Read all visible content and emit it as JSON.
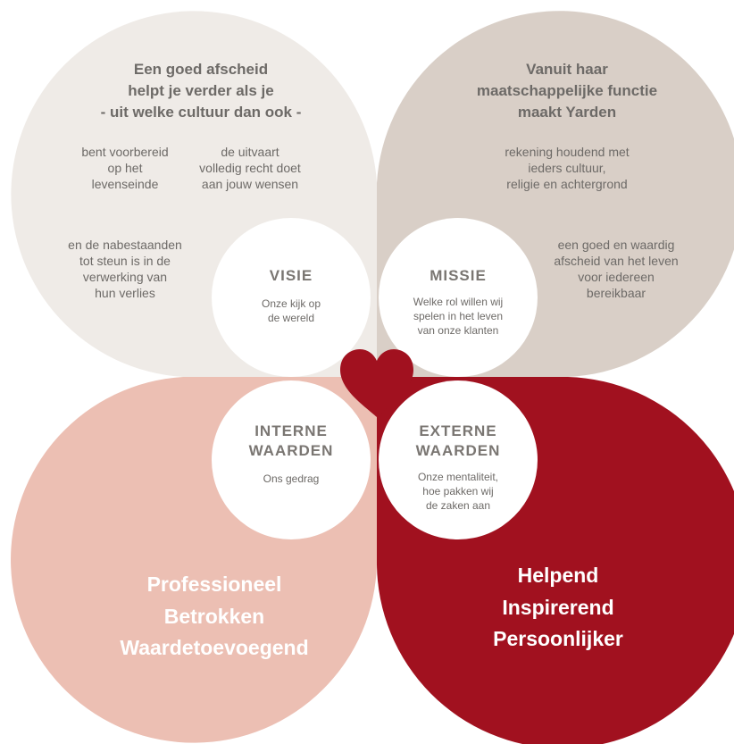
{
  "colors": {
    "petal_top_left": "#efebe7",
    "petal_top_right": "#d9cfc7",
    "petal_bottom_left": "#ecbfb3",
    "petal_bottom_right": "#a1111f",
    "heart": "#a1111f",
    "text_grey": "#6d6a67"
  },
  "visie_quadrant": {
    "heading": [
      "Een goed afscheid",
      "helpt je verder als je",
      "- uit welke cultuur dan ook -"
    ],
    "point_1": [
      "bent voorbereid",
      "op het",
      "levenseinde"
    ],
    "point_2": [
      "de uitvaart",
      "volledig recht doet",
      "aan jouw wensen"
    ],
    "point_3": [
      "en de nabestaanden",
      "tot steun is in de",
      "verwerking van",
      "hun verlies"
    ]
  },
  "missie_quadrant": {
    "heading": [
      "Vanuit haar",
      "maatschappelijke functie",
      "maakt Yarden"
    ],
    "point_1": [
      "rekening houdend met",
      "ieders cultuur,",
      "religie en achtergrond"
    ],
    "point_2": [
      "een goed en waardig",
      "afscheid van het leven",
      "voor iedereen",
      "bereikbaar"
    ]
  },
  "interne_quadrant": {
    "values": [
      "Professioneel",
      "Betrokken",
      "Waardetoevoegend"
    ]
  },
  "externe_quadrant": {
    "values": [
      "Helpend",
      "Inspirerend",
      "Persoonlijker"
    ]
  },
  "centers": {
    "visie": {
      "title": "VISIE",
      "subtitle": [
        "Onze kijk op",
        "de wereld"
      ]
    },
    "missie": {
      "title": "MISSIE",
      "subtitle": [
        "Welke rol willen wij",
        "spelen in het leven",
        "van onze klanten"
      ]
    },
    "interne": {
      "title": [
        "INTERNE",
        "WAARDEN"
      ],
      "subtitle": [
        "Ons gedrag"
      ]
    },
    "externe": {
      "title": [
        "EXTERNE",
        "WAARDEN"
      ],
      "subtitle": [
        "Onze mentaliteit,",
        "hoe pakken wij",
        "de zaken aan"
      ]
    }
  },
  "heart_icon": "heart-icon"
}
